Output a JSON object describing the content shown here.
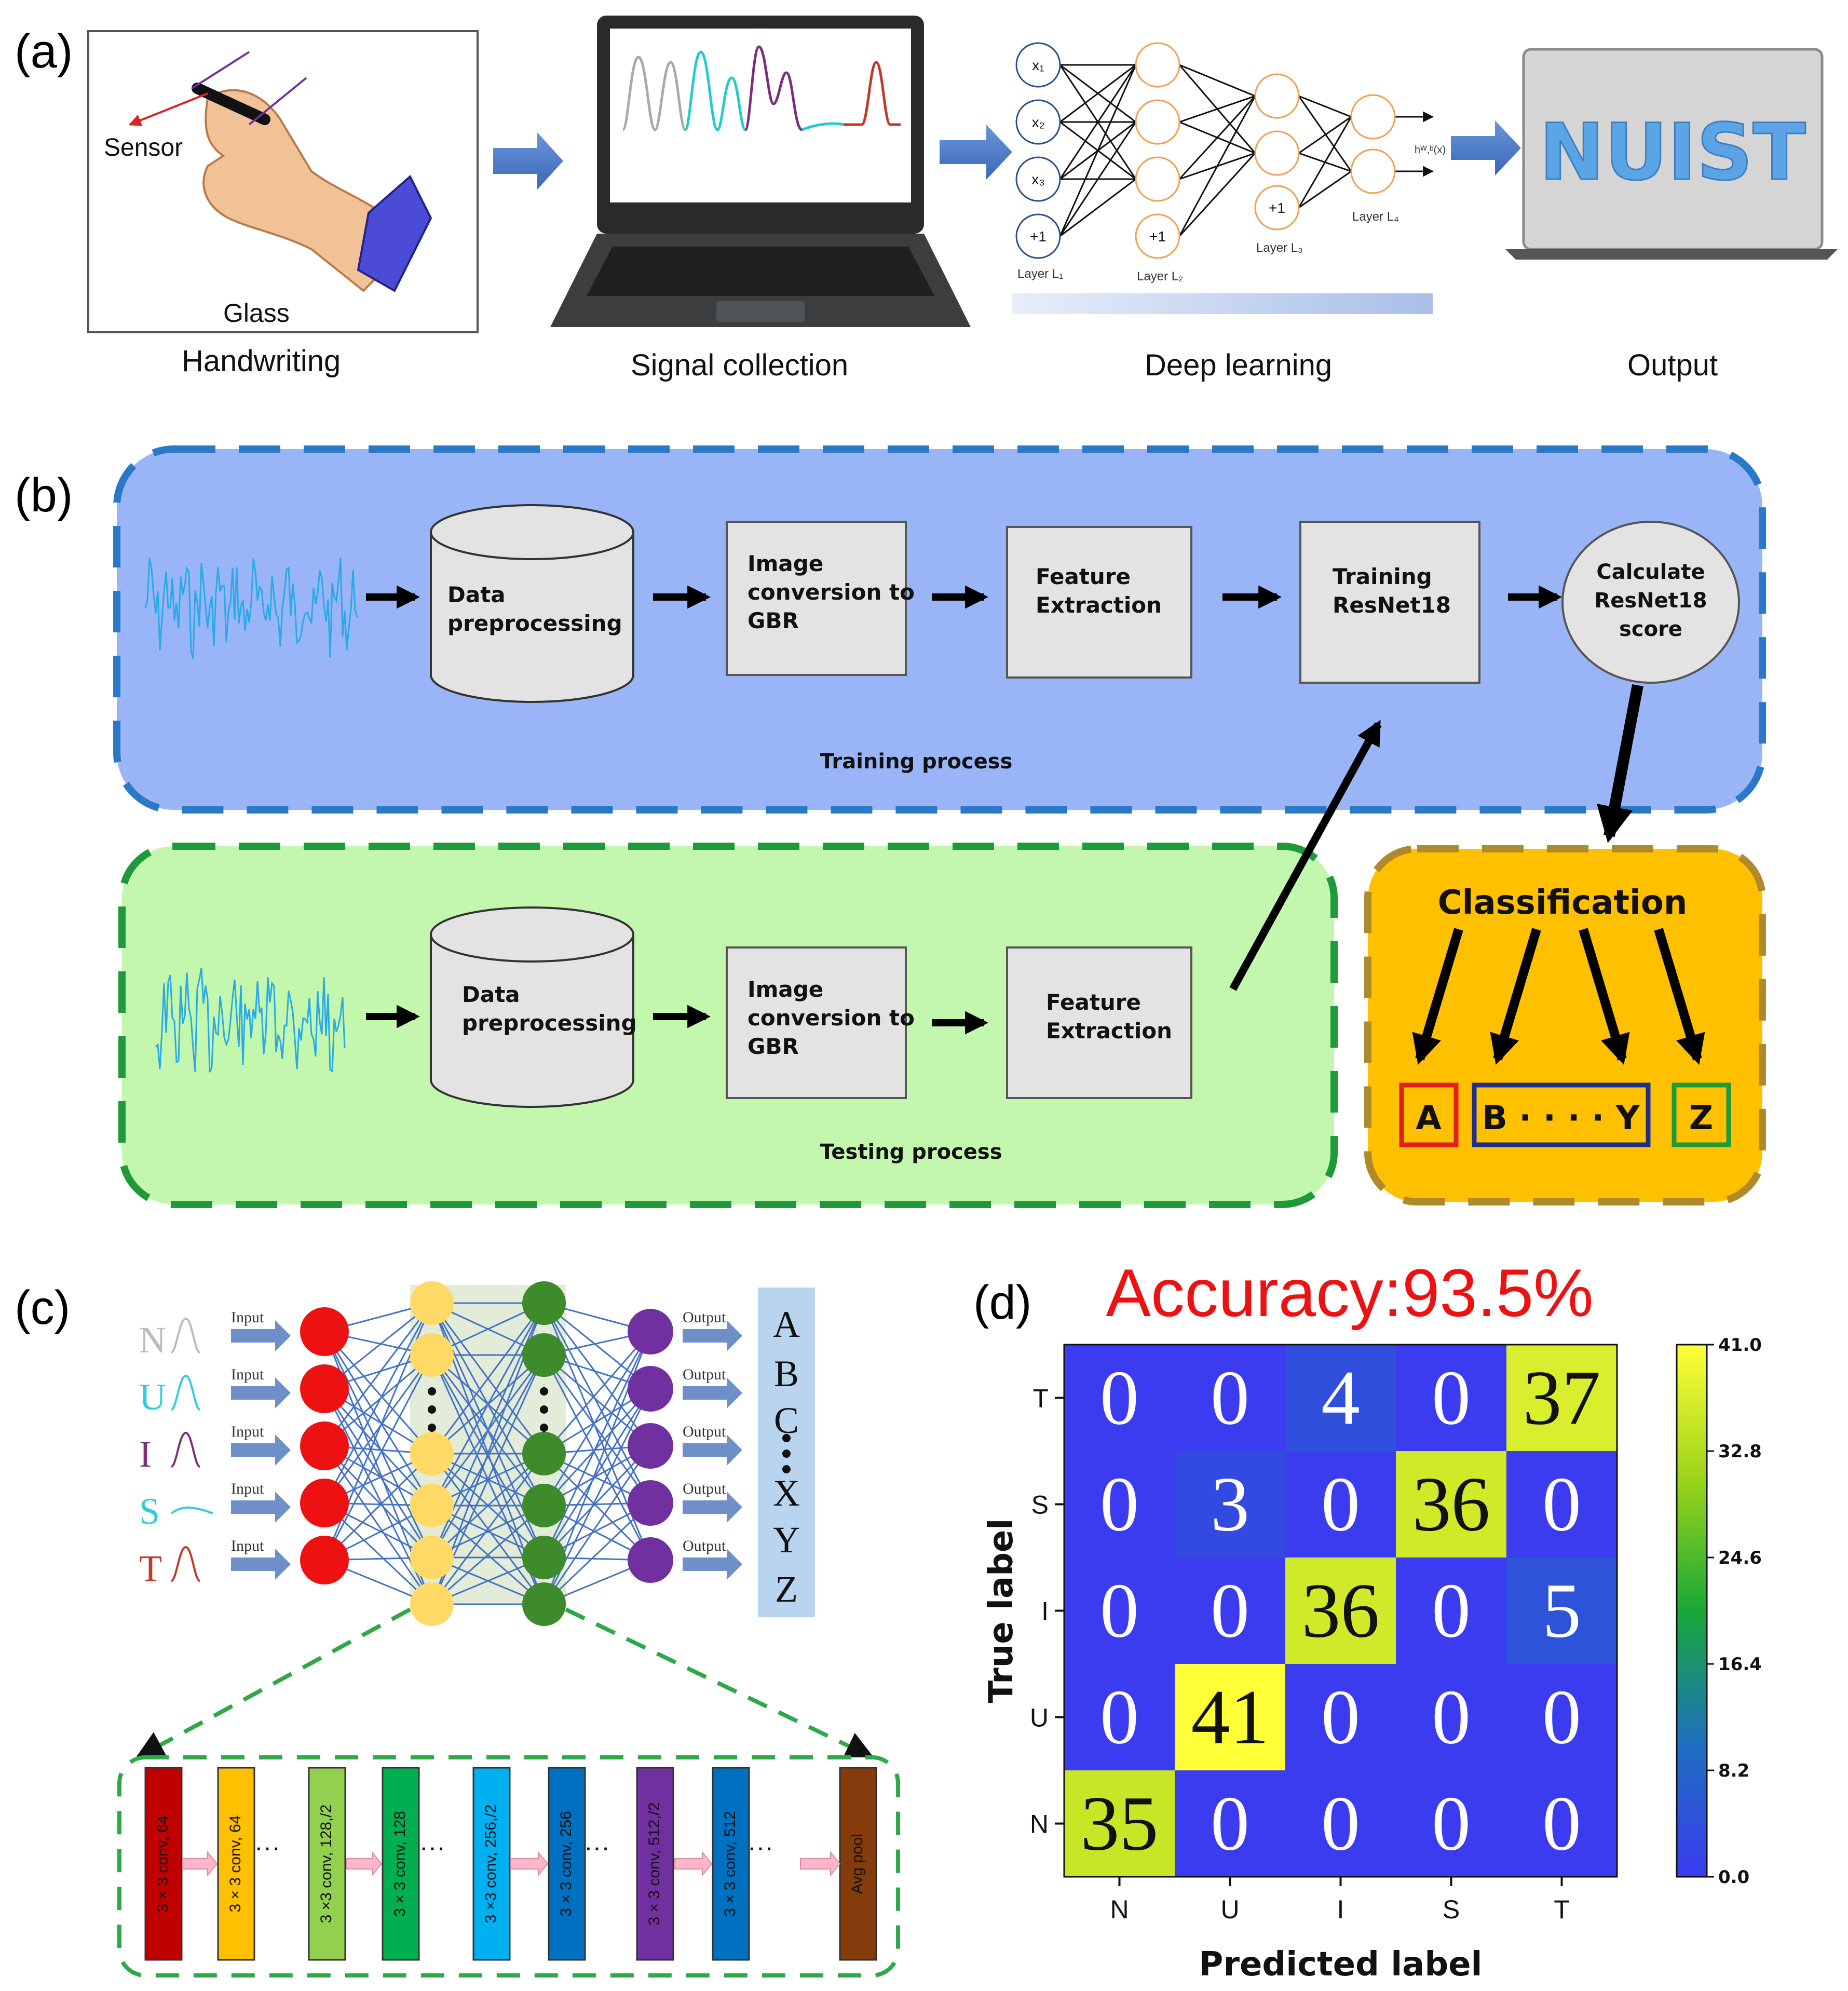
{
  "panel_a": {
    "label": "(a)",
    "handwriting": {
      "sensor_label": "Sensor",
      "glass_label": "Glass",
      "caption": "Handwriting"
    },
    "signal": {
      "caption": "Signal collection"
    },
    "deep_learning": {
      "caption": "Deep learning",
      "inputs": [
        "x₁",
        "x₂",
        "x₃",
        "+1"
      ],
      "layer_labels": [
        "Layer L₁",
        "Layer L₂",
        "Layer L₃",
        "Layer L₄"
      ],
      "bias": "+1",
      "output_hint": "hᵂ,ᵇ(x)"
    },
    "output": {
      "caption": "Output",
      "screen_text": "NUIST"
    }
  },
  "panel_b": {
    "label": "(b)",
    "training": {
      "title": "Training process",
      "steps": [
        "Data preprocessing",
        "Image conversion to GBR",
        "Feature Extraction",
        "Training ResNet18",
        "Calculate ResNet18 score"
      ]
    },
    "testing": {
      "title": "Testing process",
      "steps": [
        "Data preprocessing",
        "Image conversion to GBR",
        "Feature Extraction"
      ]
    },
    "classification": {
      "title": "Classification",
      "classes": [
        "A",
        "B · · · · Y",
        "Z"
      ]
    }
  },
  "panel_c": {
    "label": "(c)",
    "input_letters": [
      "N",
      "U",
      "I",
      "S",
      "T"
    ],
    "input_label": "Input",
    "output_label": "Output",
    "output_letters": [
      "A",
      "B",
      "C",
      "X",
      "Y",
      "Z"
    ],
    "resnet_blocks": [
      "3 × 3 conv, 64",
      "3 × 3 conv, 64",
      "3 ×3 conv, 128,/2",
      "3 × 3 conv, 128",
      "3 ×3 conv, 256,/2",
      "3 × 3 conv, 256",
      "3 × 3 conv, 512,/2",
      "3 × 3 conv, 512",
      "Avg pool"
    ],
    "colors": {
      "input_layer": "#ee1111",
      "hidden_1": "#ffd966",
      "hidden_2": "#3d8b2a",
      "output_layer": "#7030a0",
      "letter_N": "#bbbbbb",
      "letter_U": "#33ccdd",
      "letter_I": "#7b2f7b",
      "letter_S": "#33ccdd",
      "letter_T": "#c0392b"
    }
  },
  "panel_d": {
    "label": "(d)",
    "accuracy": "Accuracy:93.5%",
    "chart_data": {
      "type": "heatmap",
      "title": "Accuracy:93.5%",
      "xlabel": "Predicted label",
      "ylabel": "True label",
      "x_categories": [
        "N",
        "U",
        "I",
        "S",
        "T"
      ],
      "y_categories": [
        "T",
        "S",
        "I",
        "U",
        "N"
      ],
      "matrix": [
        [
          0,
          0,
          4,
          0,
          37
        ],
        [
          0,
          3,
          0,
          36,
          0
        ],
        [
          0,
          0,
          36,
          0,
          5
        ],
        [
          0,
          41,
          0,
          0,
          0
        ],
        [
          35,
          0,
          0,
          0,
          0
        ]
      ],
      "colorbar": {
        "min": 0.0,
        "max": 41.0,
        "ticks": [
          "41.0",
          "32.8",
          "24.6",
          "16.4",
          "8.2",
          "0.0"
        ]
      },
      "colormap": [
        "#3b3bef",
        "#1f6fc0",
        "#18a838",
        "#9ed419",
        "#ffff38"
      ]
    }
  }
}
